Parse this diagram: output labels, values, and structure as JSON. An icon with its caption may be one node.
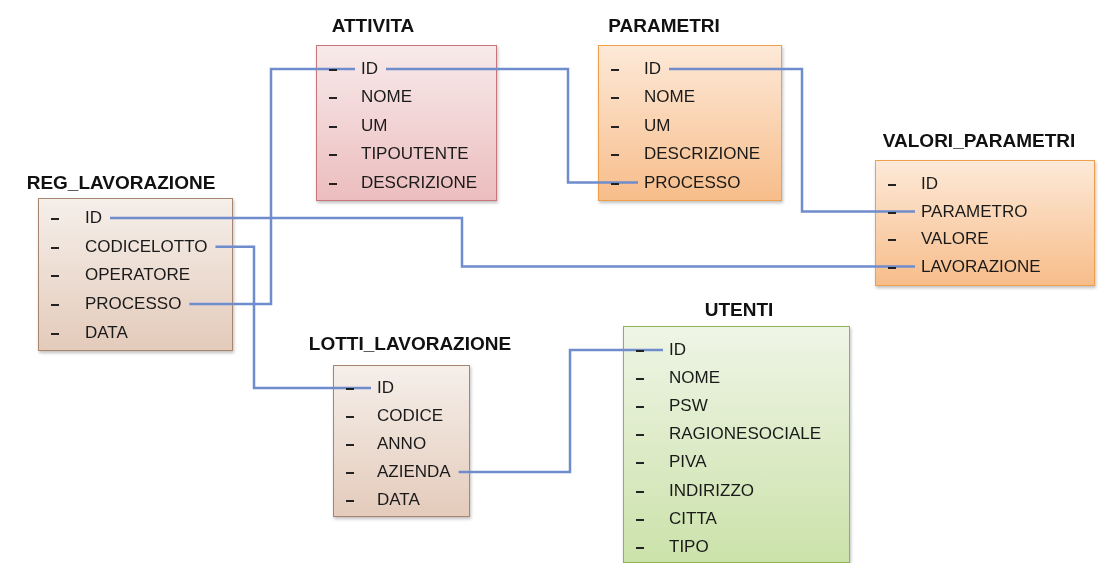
{
  "diagram": {
    "nodes": [
      {
        "text": [
          "ATTIVITA"
        ]
      },
      {
        "text": [
          "ID"
        ],
        "in": 0
      },
      {
        "text": [
          "NOME"
        ],
        "in": 0
      },
      {
        "text": [
          "UM"
        ],
        "in": 0
      },
      {
        "text": [
          "TIPOUTENTE"
        ],
        "in": 0
      },
      {
        "text": [
          "DESCRIZIONE"
        ],
        "in": 0
      },
      {
        "text": [
          "PARAMETRI"
        ]
      },
      {
        "text": [
          "ID"
        ],
        "in": 6
      },
      {
        "text": [
          "NOME"
        ],
        "in": 6
      },
      {
        "text": [
          "UM"
        ],
        "in": 6
      },
      {
        "text": [
          "DESCRIZIONE"
        ],
        "in": 6
      },
      {
        "text": [
          "PROCESSO"
        ],
        "in": 6
      },
      {
        "text": [
          "VALORI_PARAMETRI"
        ]
      },
      {
        "text": [
          "ID"
        ],
        "in": 12
      },
      {
        "text": [
          "PARAMETRO"
        ],
        "in": 12
      },
      {
        "text": [
          "VALORE"
        ],
        "in": 12
      },
      {
        "text": [
          "LAVORAZIONE"
        ],
        "in": 12
      },
      {
        "text": [
          "REG_LAVORAZIONE"
        ]
      },
      {
        "text": [
          "ID"
        ],
        "in": 17
      },
      {
        "text": [
          "CODICELOTTO"
        ],
        "in": 17
      },
      {
        "text": [
          "OPERATORE"
        ],
        "in": 17
      },
      {
        "text": [
          "PROCESSO"
        ],
        "in": 17
      },
      {
        "text": [
          "DATA"
        ],
        "in": 17
      },
      {
        "text": [
          "UTENTI"
        ]
      },
      {
        "text": [
          "ID"
        ],
        "in": 23
      },
      {
        "text": [
          "NOME"
        ],
        "in": 23
      },
      {
        "text": [
          "PSW"
        ],
        "in": 23
      },
      {
        "text": [
          "RAGIONESOCIALE"
        ],
        "in": 23
      },
      {
        "text": [
          "PIVA"
        ],
        "in": 23
      },
      {
        "text": [
          "INDIRIZZO"
        ],
        "in": 23
      },
      {
        "text": [
          "CITTA"
        ],
        "in": 23
      },
      {
        "text": [
          "TIPO"
        ],
        "in": 23
      },
      {
        "text": [
          "LOTTI_LAVORAZIONE"
        ]
      },
      {
        "text": [
          "ID"
        ],
        "in": 32
      },
      {
        "text": [
          "CODICE"
        ],
        "in": 32
      },
      {
        "text": [
          "ANNO"
        ],
        "in": 32
      },
      {
        "text": [
          "AZIENDA"
        ],
        "in": 32
      },
      {
        "text": [
          "DATA"
        ],
        "in": 32
      }
    ],
    "edges": [
      {
        "from": 21,
        "to": 1,
        "arrow": "none"
      },
      {
        "from": 1,
        "to": 11,
        "arrow": "none"
      },
      {
        "from": 7,
        "to": 14,
        "arrow": "none"
      },
      {
        "from": 18,
        "to": 16,
        "arrow": "none"
      },
      {
        "from": 19,
        "to": 33,
        "arrow": "none"
      },
      {
        "from": 36,
        "to": 24,
        "arrow": "none"
      }
    ]
  }
}
